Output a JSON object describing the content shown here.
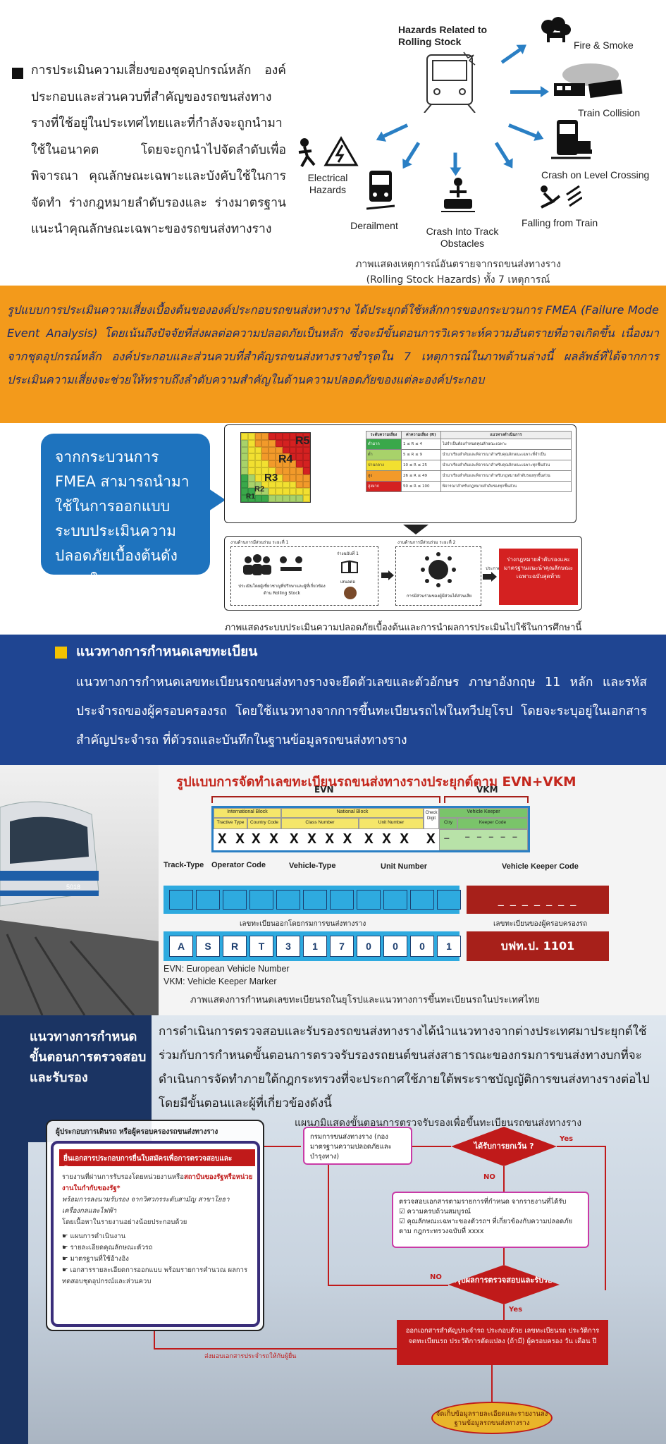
{
  "risk": {
    "intro": "การประเมินความเสี่ยงของชุดอุปกรณ์หลัก องค์ประกอบและส่วนควบที่สำคัญของรถขนส่งทางรางที่ใช้อยู่ในประเทศไทยและที่กำลังจะถูกนำมาใช้ในอนาคต โดยจะถูกนำไปจัดลำดับเพื่อพิจารณา คุณลักษณะเฉพาะและบังคับใช้ในการจัดทำ ร่างกฎหมายลำดับรองและ ร่างมาตรฐานแนะนำคุณลักษณะเฉพาะของรถขนส่งทางราง"
  },
  "hazards": {
    "center": "Hazards Related to Rolling Stock",
    "items": [
      {
        "label": "Fire & Smoke",
        "icon": "fire-smoke-icon"
      },
      {
        "label": "Train Collision",
        "icon": "train-collision-icon"
      },
      {
        "label": "Crash on Level Crossing",
        "icon": "level-crossing-icon"
      },
      {
        "label": "Falling from Train",
        "icon": "falling-person-icon"
      },
      {
        "label": "Crash Into Track Obstacles",
        "icon": "track-obstacle-icon"
      },
      {
        "label": "Derailment",
        "icon": "derailment-icon"
      },
      {
        "label": "Electrical Hazards",
        "icon": "electrical-hazard-icon"
      }
    ],
    "caption_line1": "ภาพแสดงเหตุการณ์อันตรายจากรถขนส่งทางราง",
    "caption_line2": "(Rolling Stock Hazards) ทั้ง 7 เหตุการณ์"
  },
  "fmea": {
    "text": "รูปแบบการประเมินความเสี่ยงเบื้องต้นขององค์ประกอบรถขนส่งทางราง ได้ประยุกต์ใช้หลักการของกระบวนการ FMEA (Failure Mode Event Analysis) โดยเน้นถึงปัจจัยที่ส่งผลต่อความปลอดภัยเป็นหลัก ซึ่งจะมีขั้นตอนการวิเคราะห์ความอันตรายที่อาจเกิดขึ้น เนื่องมาจากชุดอุปกรณ์หลัก องค์ประกอบและส่วนควบที่สำคัญรถขนส่งทางรางชำรุดใน 7 เหตุการณ์ในภาพด้านล่างนี้ ผลลัพธ์ที่ได้จากการประเมินความเสี่ยงจะช่วยให้ทราบถึงลำดับความสำคัญในด้านความปลอดภัยของแต่ละองค์ประกอบ",
    "bubble": "จากกระบวนการ FMEA สามารถนำมาใช้ในการออกแบบระบบประเมินความปลอดภัยเบื้องต้นดังแสดงในแผนภาพ",
    "matrix_labels": [
      "R1",
      "R2",
      "R3",
      "R4",
      "R5"
    ],
    "table_headers": [
      "ระดับความเสี่ยง",
      "ค่าความเสี่ยง (R)",
      "แนวทางดำเนินการ"
    ],
    "table_rows": [
      {
        "level": "ต่ำมาก",
        "range": "1 ≤ R ≤ 4",
        "action": "ไม่จำเป็นต้องกำหนดคุณลักษณะเฉพาะ"
      },
      {
        "level": "ต่ำ",
        "range": "5 ≤ R ≤ 9",
        "action": "นำมาเรียงลำดับและพิจารณาสำหรับคุณลักษณะเฉพาะที่จำเป็น"
      },
      {
        "level": "ปานกลาง",
        "range": "10 ≤ R ≤ 25",
        "action": "นำมาเรียงลำดับและพิจารณาสำหรับคุณลักษณะเฉพาะทุกชิ้นส่วน"
      },
      {
        "level": "สูง",
        "range": "26 ≤ R ≤ 49",
        "action": "นำมาเรียงลำดับและพิจารณาสำหรับกฎหมายลำดับรองทุกชิ้นส่วน"
      },
      {
        "level": "สูงมาก",
        "range": "50 ≤ R ≤ 100",
        "action": "พิจารณาสำหรับกฎหมายลำดับรองทุกชิ้นส่วน"
      }
    ],
    "stage1": "งานด้านการมีส่วนร่วม ระยะที่ 1",
    "stage2": "งานด้านการมีส่วนร่วม ระยะที่ 2",
    "stage1_desc": "ประเมินโดยผู้เชี่ยวชาญที่ปรึกษาและผู้ที่เกี่ยวข้องด้าน Rolling Stock",
    "draft1": "ร่างฉบับที่ 1",
    "present": "เสนอต่อ",
    "hearing": "การมีส่วนร่วมของผู้มีส่วนได้ส่วนเสีย",
    "announce": "ประกาศใช้",
    "final": "ร่างกฎหมายลำดับรองและมาตรฐานแนะนำคุณลักษณะเฉพาะฉบับสุดท้าย",
    "caption": "ภาพแสดงระบบประเมินความปลอดภัยเบื้องต้นและการนำผลการประเมินไปใช้ในการศึกษานี้"
  },
  "registration": {
    "title": "แนวทางการกำหนดเลขทะเบียน",
    "text": "แนวทางการกำหนดเลขทะเบียนรถขนส่งทางรางจะยึดตัวเลขและตัวอักษร ภาษาอังกฤษ 11 หลัก และรหัสประจำรถของผู้ครอบครองรถ โดยใช้แนวทางจากการขึ้นทะเบียนรถไฟในทวีปยุโรป โดยจะระบุอยู่ในเอกสารสำคัญประจำรถ ที่ตัวรถและบันทึกในฐานข้อมูลรถขนส่งทางราง"
  },
  "evn": {
    "title": "รูปแบบการจัดทำเลขทะเบียนรถขนส่งทางรางประยุกต์ตาม EVN+VKM",
    "evn": "EVN",
    "vkm": "VKM",
    "intl_block": "International   Block",
    "national_block": "National   Block",
    "check": "Check",
    "digit": "Digit",
    "vehicle_keeper": "Vehicle Keeper",
    "cols": [
      "Tractive Type",
      "Country Code",
      "Class Number",
      "Unit Number",
      "Ctry",
      "Keeper Code"
    ],
    "xvals": [
      "X X",
      "X X",
      "X X X X",
      "X X X",
      "X",
      "–",
      "– – – – –"
    ],
    "track_type": "Track-Type",
    "operator_code": "Operator Code",
    "vehicle_type": "Vehicle-Type",
    "unit_number": "Unit Number",
    "vk_code": "Vehicle Keeper Code",
    "vk_dashes": "_ _ _ _ _ _ _",
    "left_caption": "เลขทะเบียนออกโดยกรมการขนส่งทางราง",
    "right_caption": "เลขทะเบียนของผู้ครอบครองรถ",
    "digits": [
      "A",
      "S",
      "R",
      "T",
      "3",
      "1",
      "7",
      "0",
      "0",
      "0",
      "1"
    ],
    "keeper": "บฟท.ป. 1101",
    "legend1": "EVN:  European Vehicle Number",
    "legend2": "VKM: Vehicle Keeper Marker",
    "caption": "ภาพแสดงการกำหนดเลขทะเบียนรถในยุโรปและแนวทางการขึ้นทะเบียนรถในประเทศไทย"
  },
  "inspection": {
    "title_l1": "แนวทางการกำหนด",
    "title_l2": "ขั้นตอนการตรวจสอบ",
    "title_l3": "และรับรอง",
    "text": "การดำเนินการตรวจสอบและรับรองรถขนส่งทางรางได้นำแนวทางจากต่างประเทศมาประยุกต์ใช้ร่วมกับการกำหนดขั้นตอนการตรวจรับรองรถยนต์ขนส่งสาธารณะของกรมการขนส่งทางบกที่จะดำเนินการจัดทำภายใต้กฎกระทรวงที่จะประกาศใช้ภายใต้พระราชบัญญัติการขนส่งทางรางต่อไป โดยมีขั้นตอนและผู้ที่เกี่ยวข้องดังนี้",
    "flow_title": "แผนภูมิแสดงขั้นตอนการตรวจรับรองเพื่อขึ้นทะเบียนรถขนส่งทางราง",
    "operator_title": "ผู้ประกอบการเดินรถ หรือผู้ครอบครองรถขนส่งทางราง",
    "operator_red": "ยื่นเอกสารประกอบการยื่นใบสมัครเพื่อการตรวจสอบและรับรอง",
    "op_line1": "รายงานที่ผ่านการรับรองโดยหน่วยงานหรือ",
    "op_line1b": "สถาบันของรัฐหรือหน่วยงานในกำกับของรัฐ*",
    "op_line2": "พร้อมการลงนามรับรอง จากวิศวกรระดับสามัญ สาขาโยธา เครื่องกลและไฟฟ้า",
    "op_line3": "โดยเนื้อหาในรายงานอย่างน้อยประกอบด้วย",
    "op_items": [
      "แผนการดำเนินงาน",
      "รายละเอียดคุณลักษณะตัวรถ",
      "มาตรฐานที่ใช้อ้างอิง",
      "เอกสารรายละเอียดการออกแบบ พร้อมรายการคำนวณ ผลการทดสอบชุดอุปกรณ์และส่วนควบ"
    ],
    "dept_box": "กรมการขนส่งทางราง (กองมาตรฐานความปลอดภัยและบำรุงทาง)",
    "decision": "ได้รับการยกเว้น ?",
    "yes": "Yes",
    "no": "NO",
    "check_title": "ตรวจสอบเอกสารตามรายการที่กำหนด จากรายงานที่ได้รับ",
    "check1": "ความครบถ้วนสมบูรณ์",
    "check2": "คุณลักษณะเฉพาะของตัวรถฯ ที่เกี่ยวข้องกับความปลอดภัย ตาม กฎกระทรวงฉบับที่ xxxx",
    "summary": "สรุปผลการตรวจสอบและรับรอง",
    "issue": "ออกเอกสารสำคัญประจำรถ ประกอบด้วย เลขทะเบียนรถ ประวัติการจดทะเบียนรถ ประวัติการดัดแปลง (ถ้ามี) ผู้ครอบครอง วัน เดือน ปี",
    "return_label": "ส่งมอบเอกสารประจำรถให้กับผู้ยื่น",
    "final": "จัดเก็บข้อมูลรายละเอียดและรายงานลงฐานข้อมูลรถขนส่งทางราง"
  },
  "colors": {
    "orange": "#f39a1b",
    "navy": "#1f4592",
    "red": "#c01a1a",
    "blue": "#2a7fc4"
  }
}
